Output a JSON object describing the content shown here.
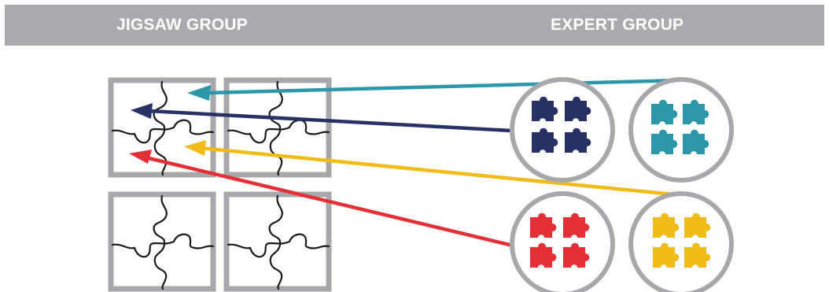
{
  "header": {
    "jigsaw_label": "JIGSAW GROUP",
    "expert_label": "EXPERT GROUP"
  },
  "colors": {
    "header_bg": "#a8aaad",
    "frame_gray": "#a6a8ab",
    "navy": "#283166",
    "teal": "#2b97a8",
    "yellow": "#f1bb18",
    "red": "#e42f36",
    "outline": "#1a1a1a"
  },
  "jigsaw_groups": [
    {
      "id": "jigsaw-top-left"
    },
    {
      "id": "jigsaw-top-right"
    },
    {
      "id": "jigsaw-bottom-left"
    },
    {
      "id": "jigsaw-bottom-right"
    }
  ],
  "expert_groups": [
    {
      "id": "expert-navy",
      "color": "navy"
    },
    {
      "id": "expert-teal",
      "color": "teal"
    },
    {
      "id": "expert-red",
      "color": "red"
    },
    {
      "id": "expert-yellow",
      "color": "yellow"
    }
  ],
  "arrows": [
    {
      "id": "arrow-teal",
      "color": "teal",
      "from": "expert-teal",
      "to": "jigsaw-top-left"
    },
    {
      "id": "arrow-navy",
      "color": "navy",
      "from": "expert-navy",
      "to": "jigsaw-top-left"
    },
    {
      "id": "arrow-yellow",
      "color": "yellow",
      "from": "expert-yellow",
      "to": "jigsaw-top-left"
    },
    {
      "id": "arrow-red",
      "color": "red",
      "from": "expert-red",
      "to": "jigsaw-top-left"
    }
  ]
}
